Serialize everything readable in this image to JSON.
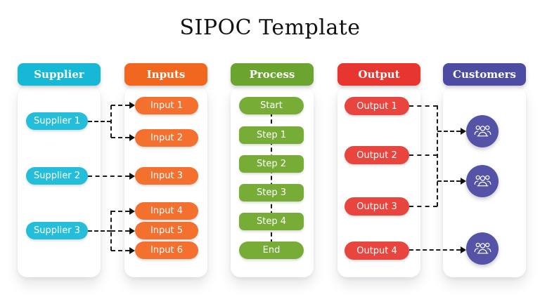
{
  "title": "SIPOC Template",
  "colors": {
    "supplier_header": "#17b7d6",
    "supplier_pill": "#24bedb",
    "inputs_header": "#f2671f",
    "inputs_pill": "#f3702e",
    "process_header": "#6ba42e",
    "process_pill": "#77ad36",
    "output_header": "#e6362f",
    "output_pill": "#e8453e",
    "customers_header": "#4d4ca2",
    "customer_circle": "#5453a8",
    "connector": "#1b1b1b",
    "card_background": "#ffffff",
    "page_background": "#ffffff"
  },
  "columns": [
    {
      "label": "Supplier",
      "items": [
        "Supplier 1",
        "Supplier 2",
        "Supplier 3"
      ]
    },
    {
      "label": "Inputs",
      "items": [
        "Input 1",
        "Input 2",
        "Input 3",
        "Input 4",
        "Input 5",
        "Input 6"
      ]
    },
    {
      "label": "Process",
      "items": [
        "Start",
        "Step 1",
        "Step 2",
        "Step 3",
        "Step 4",
        "End"
      ]
    },
    {
      "label": "Output",
      "items": [
        "Output 1",
        "Output 2",
        "Output 3",
        "Output 4"
      ]
    },
    {
      "label": "Customers",
      "items": [],
      "icon": "people-group-icon",
      "icon_count": 3
    }
  ],
  "connections": [
    {
      "from": [
        "Supplier 1"
      ],
      "to": [
        "Input 1",
        "Input 2"
      ],
      "style": "dashed-arrow"
    },
    {
      "from": [
        "Supplier 2"
      ],
      "to": [
        "Input 3"
      ],
      "style": "dashed-arrow"
    },
    {
      "from": [
        "Supplier 3"
      ],
      "to": [
        "Input 4",
        "Input 5",
        "Input 6"
      ],
      "style": "dashed-arrow"
    },
    {
      "from": [
        "Start"
      ],
      "to": [
        "Step 1"
      ],
      "style": "dashed"
    },
    {
      "from": [
        "Step 1"
      ],
      "to": [
        "Step 2"
      ],
      "style": "dashed"
    },
    {
      "from": [
        "Step 2"
      ],
      "to": [
        "Step 3"
      ],
      "style": "dashed"
    },
    {
      "from": [
        "Step 3"
      ],
      "to": [
        "Step 4"
      ],
      "style": "dashed"
    },
    {
      "from": [
        "Step 4"
      ],
      "to": [
        "End"
      ],
      "style": "dashed"
    },
    {
      "from": [
        "Output 1",
        "Output 2",
        "Output 3"
      ],
      "to": [
        "Customer 1",
        "Customer 2"
      ],
      "style": "dashed-arrow"
    },
    {
      "from": [
        "Output 4"
      ],
      "to": [
        "Customer 3"
      ],
      "style": "dashed-arrow"
    }
  ]
}
